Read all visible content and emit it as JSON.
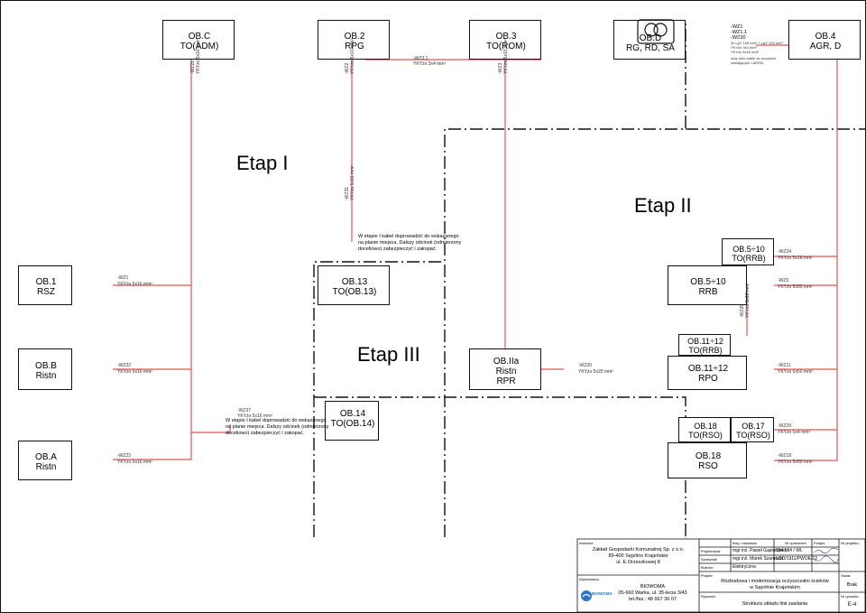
{
  "colors": {
    "cable": "#e35454",
    "line": "#111111",
    "logo_blue": "#2a74c4",
    "accent_green": "#3a7d2a"
  },
  "equipment": {
    "ob_c": "OB.C\nTO(ADM)",
    "ob_2": "OB.2\nRPG",
    "ob_3": "OB.3\nTO(ROM)",
    "ob_d": "OB.D\nRG, RD, SA",
    "ob_4": "OB.4\nAGR, D",
    "ob_1": "OB.1\nRSZ",
    "ob_13": "OB.13\nTO(OB.13)",
    "ob_5_10_to": "OB.5÷10\nTO(RRB)",
    "ob_5_10": "OB.5÷10\nRRB",
    "ob_b": "OB.B\nRistn",
    "ob_iia": "OB.IIa\nRistn\nRPR",
    "ob_11_12_to": "OB.11÷12\nTO(RRB)",
    "ob_11_12": "OB.11÷12\nRPO",
    "ob_14": "OB.14\nTO(OB.14)",
    "ob_18_to": "OB.18\nTO(RSO)",
    "ob_17_to": "OB.17\nTO(RSO)",
    "ob_a": "OB.A\nRistn",
    "ob_18": "OB.18\nRSO"
  },
  "stages": {
    "etap1": "Etap I",
    "etap2": "Etap II",
    "etap3": "Etap III"
  },
  "cables": {
    "wz3_1": {
      "id": "-WZ3.1",
      "spec": "YKYżo 3x4 mm²"
    },
    "wz21": {
      "id": "-WZ21",
      "spec": "YKYżo 5x10 mm²"
    },
    "wz2": {
      "id": "-WZ2",
      "spec": "YKYżo 5x10 mm²"
    },
    "wz3": {
      "id": "-WZ3",
      "spec": "YKYżo 5x10 mm²"
    },
    "wz31": {
      "id": "-WZ31",
      "spec": "YKYżo 5x16 mm²"
    },
    "wz1": {
      "id": "-WZ1",
      "spec": "YKYżo 5x16 mm²"
    },
    "wz24": {
      "id": "-WZ24",
      "spec": "YKYżo 5x16 mm²"
    },
    "wz5": {
      "id": "-WZ5",
      "spec": "YKYżo 5x50 mm²"
    },
    "wz28": {
      "id": "-WZ28",
      "spec": "YKYżo 5x16 mm²"
    },
    "wz22": {
      "id": "-WZ22",
      "spec": "YKYżo 5x16 mm²"
    },
    "wz20": {
      "id": "-WZ20",
      "spec": "YKYżo 5x25 mm²"
    },
    "wz11": {
      "id": "-WZ11",
      "spec": "YKYżo 5x50 mm²"
    },
    "wz37": {
      "id": "-WZ37",
      "spec": "YKYżo 5x16 mm²"
    },
    "wz29": {
      "id": "-WZ29",
      "spec": "YKYżo 5x4 mm²"
    },
    "wz23": {
      "id": "-WZ23",
      "spec": "YKYżo 5x16 mm²"
    },
    "wz18": {
      "id": "-WZ18",
      "spec": "YKYżo 5x50 mm²"
    }
  },
  "ob4_feed": {
    "ids": "-WZ1\n-WZ1.1\n-WZ30",
    "spec": "3x LgY 150 mm² + LgY 120 mm²\nYKYżo 3x4 mm²\nYKYżo 5x16 mm²",
    "note": "oraz inne kable do urządzeń\nzasilających i AKPiA"
  },
  "notes": {
    "note1": "W etapie I kabel doprowadzić do wskazanego\nna planie miejsca. Dalszy odcinek (odmierzony\ndoceliowo) zabezpieczyć i zakopać.",
    "note2": "W etapie I kabel doprowadzić do wskazanego\nna planie miejsca. Dalszy odcinek (odmierzony\ndoceliowo) zabezpieczyć i zakopać."
  },
  "title_block": {
    "investor_label": "Inwestor:",
    "investor": "Zakład Gospodarki Komunalnej Sp. z o.o.\n89-400 Sępólno Krajeńskie\nul. E.Orzeszkowej 8",
    "contractor_label": "Wykonawca:",
    "contractor": "BIOWOMA\n05-660 Warka, ul. 35-lecia 3/43\ntel./fax.: 48 667 36 07",
    "logo_text": "BIOWOMA",
    "col_name": "Imię i nazwisko",
    "col_license": "Nr uprawnień",
    "col_signature": "Podpis",
    "col_project_no": "Nr projektu:",
    "designer_label": "Projektował:",
    "designer": "mgr inż. Paweł Gąsiorowski",
    "designer_license": "554 / 94 / WL",
    "checker_label": "Sprawdził:",
    "checker": "mgr inż. Marek Szamocki",
    "checker_license": "LOD/1911/PWOE/12",
    "branch_label": "Branża:",
    "branch": "Elektryczna",
    "project_label": "Projekt:",
    "project": "Rozbudowa i modernizacja oczyszczalni ścieków\nw Sępólnie Krajeńskim",
    "drawing_label": "Rysunek:",
    "drawing": "Struktura układu linii zasilania",
    "scale_label": "Skala:",
    "scale": "Brak",
    "sheet_label": "Nr rysunku:",
    "sheet": "E-4"
  }
}
